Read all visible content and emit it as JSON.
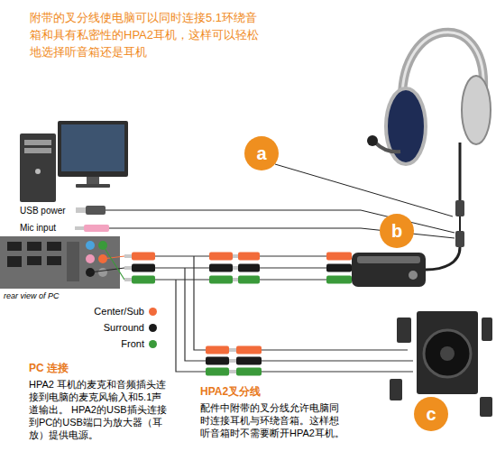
{
  "diagram": {
    "title": "附带的叉分线使电脑可以同时连接5.1环绕音箱和具有私密性的HPA2耳机，这样可以轻松地选择听音箱还是耳机",
    "nodes": [
      {
        "text": [
          "a"
        ]
      },
      {
        "text": [
          "b"
        ]
      },
      {
        "text": [
          "c"
        ]
      }
    ],
    "labels": [
      "USB power",
      "Mic input",
      "rear view of PC",
      "PC 连接",
      "HPA2 耳机的麦克和音频插头连接到电脑的麦克风输入和5.1声道输出。 HPA2的USB插头连接到PC的USB端口为放大器（耳放）提供电源。",
      "HPA2叉分线",
      "配件中附带的叉分线允许电脑同时连接耳机与环绕音箱。这样想听音箱时不需要断开HPA2耳机。"
    ],
    "legend": [
      {
        "text": "Center/Sub",
        "color": "#f26b3a"
      },
      {
        "text": "Surround",
        "color": "#1a1a1a"
      },
      {
        "text": "Front",
        "color": "#3a9a3a"
      }
    ]
  }
}
